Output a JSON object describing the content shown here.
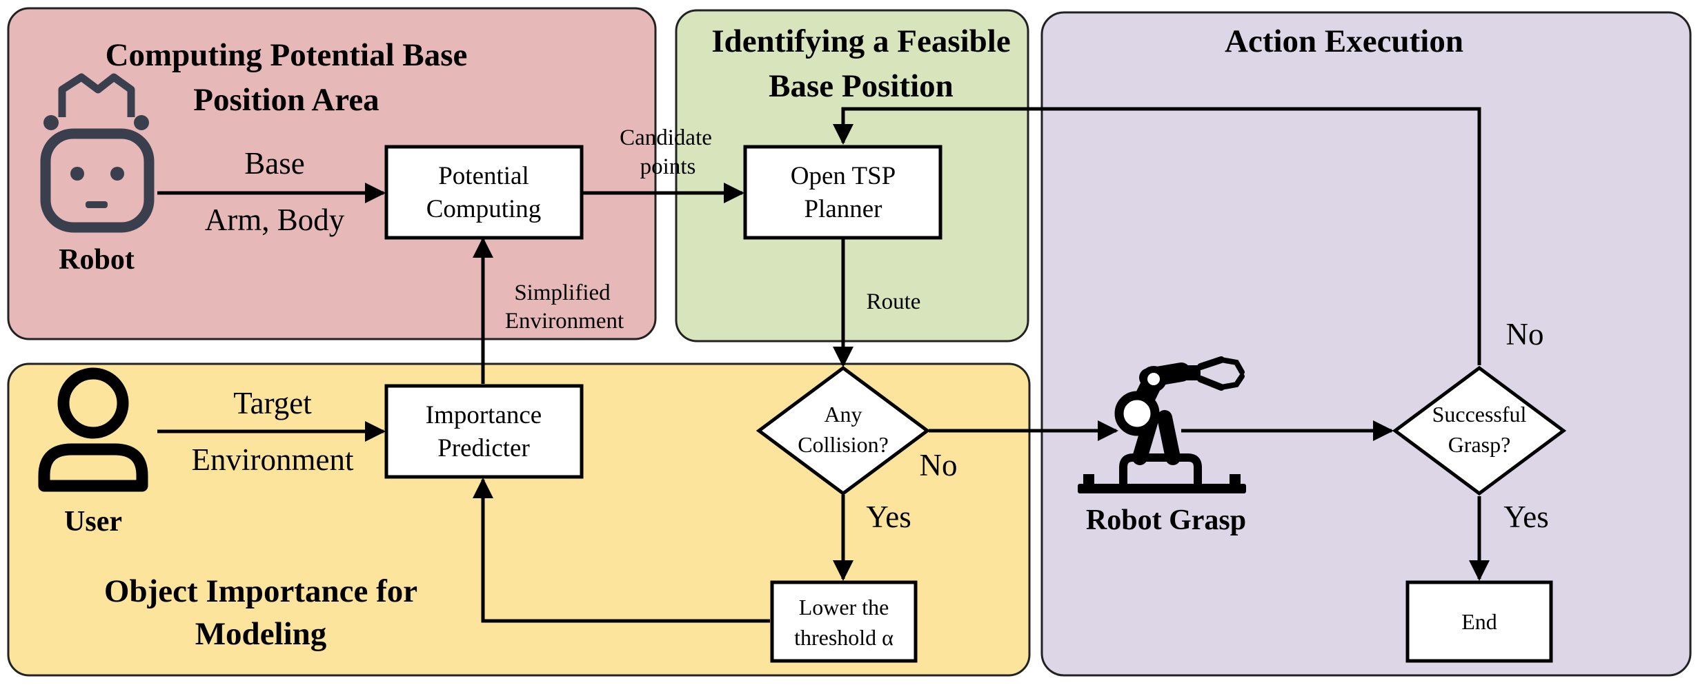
{
  "regions": {
    "base_area": {
      "title_line1": "Computing Potential Base",
      "title_line2": "Position Area",
      "color": "#e6b8b7"
    },
    "feasible": {
      "title_line1": "Identifying a Feasible",
      "title_line2": "Base Position",
      "color": "#d8e4bc"
    },
    "execution": {
      "title": "Action Execution",
      "color": "#dcd6e6"
    },
    "importance": {
      "title_line1": "Object Importance for",
      "title_line2": "Modeling",
      "color": "#fde49c"
    }
  },
  "actors": {
    "robot": {
      "label": "Robot",
      "icon": "robot-head-icon"
    },
    "user": {
      "label": "User",
      "icon": "user-icon"
    },
    "robot_grasp": {
      "label": "Robot Grasp",
      "icon": "robot-arm-icon"
    }
  },
  "nodes": {
    "potential": {
      "line1": "Potential",
      "line2": "Computing"
    },
    "tsp": {
      "line1": "Open TSP",
      "line2": "Planner"
    },
    "importance": {
      "line1": "Importance",
      "line2": "Predicter"
    },
    "collision": {
      "line1": "Any",
      "line2": "Collision?"
    },
    "lower": {
      "line1": "Lower the",
      "line2": "threshold α"
    },
    "success": {
      "line1": "Successful",
      "line2": "Grasp?"
    },
    "end": {
      "label": "End"
    }
  },
  "edges": {
    "robot_top": "Base",
    "robot_bottom": "Arm, Body",
    "user_top": "Target",
    "user_bottom": "Environment",
    "candidate_1": "Candidate",
    "candidate_2": "points",
    "simplified_1": "Simplified",
    "simplified_2": "Environment",
    "route": "Route",
    "collision_no": "No",
    "collision_yes": "Yes",
    "success_no": "No",
    "success_yes": "Yes"
  }
}
